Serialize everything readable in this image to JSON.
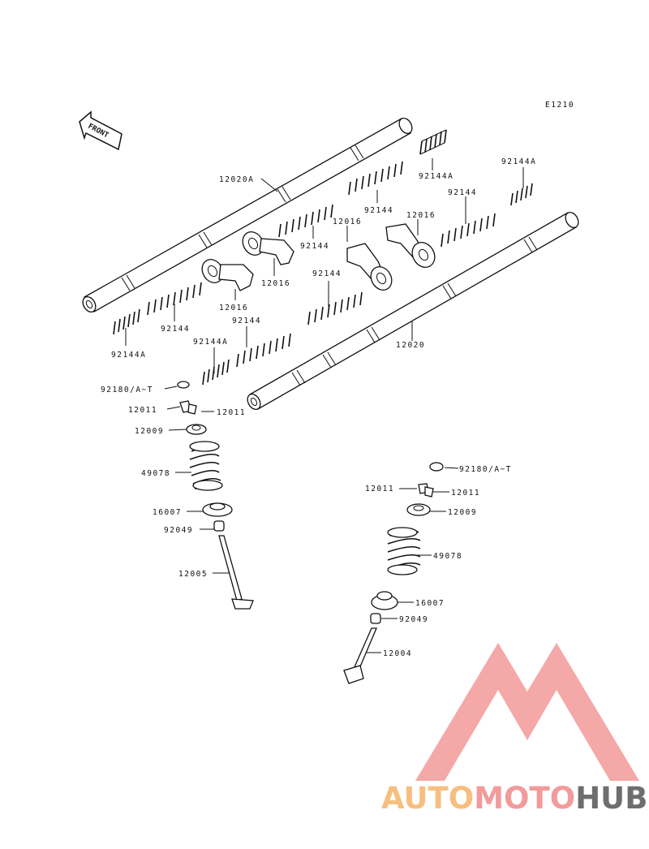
{
  "diagram_code": "E1210",
  "front_label": "FRONT",
  "watermark": {
    "text_part1": "AUTO",
    "text_part2": "MOTO",
    "text_part3": "HUB",
    "color_auto": "#f5b56a",
    "color_moto": "#f08a8a",
    "color_hub": "#555555",
    "logo_color": "#f08080"
  },
  "labels": {
    "shaft_upper": "12020A",
    "shaft_lower": "12020",
    "spring_92144A_1": "92144A",
    "spring_92144A_2": "92144A",
    "spring_92144A_3": "92144A",
    "spring_92144A_4": "92144A",
    "spring_92144_1": "92144",
    "spring_92144_2": "92144",
    "spring_92144_3": "92144",
    "spring_92144_4": "92144",
    "spring_92144_5": "92144",
    "spring_92144_6": "92144",
    "arm_12016_1": "12016",
    "arm_12016_2": "12016",
    "arm_12016_3": "12016",
    "arm_12016_4": "12016",
    "shim_left": "92180/A~T",
    "shim_right": "92180/A~T",
    "cotter_left_a": "12011",
    "cotter_left_b": "12011",
    "cotter_right_a": "12011",
    "cotter_right_b": "12011",
    "retainer_left": "12009",
    "retainer_right": "12009",
    "valve_spring_left": "49078",
    "valve_spring_right": "49078",
    "seat_left": "16007",
    "seat_right": "16007",
    "seal_left": "92049",
    "seal_right": "92049",
    "valve_left": "12005",
    "valve_right": "12004"
  }
}
